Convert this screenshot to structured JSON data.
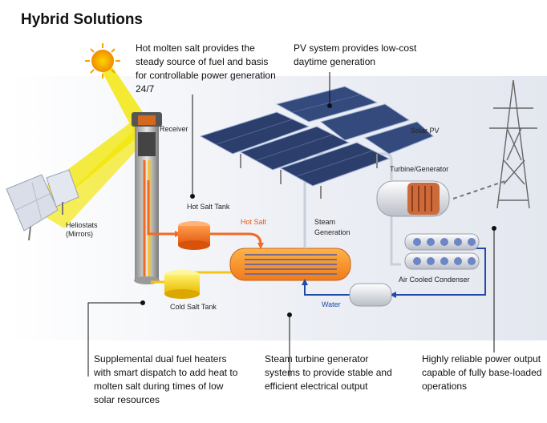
{
  "title": "Hybrid Solutions",
  "callouts": {
    "molten_salt": "Hot molten salt provides the steady source of fuel and basis for controllable power generation 24/7",
    "pv": "PV system provides low-cost daytime generation",
    "supplemental": "Supplemental dual fuel heaters with smart dispatch to add heat to molten salt during times of low solar resources",
    "steam": "Steam turbine generator systems to provide stable and efficient electrical output",
    "reliable": "Highly reliable power output capable of fully base-loaded operations"
  },
  "labels": {
    "receiver": "Receiver",
    "solar_pv": "Solar PV",
    "turbine": "Turbine/Generator",
    "heliostats_1": "Heliostats",
    "heliostats_2": "(Mirrors)",
    "hot_salt_tank": "Hot Salt Tank",
    "hot_salt": "Hot Salt",
    "steam_gen_1": "Steam",
    "steam_gen_2": "Generation",
    "air_condenser": "Air Cooled Condenser",
    "cold_salt_tank": "Cold Salt Tank",
    "water": "Water"
  },
  "colors": {
    "hot_salt": "#f26a21",
    "cold_salt": "#f5c518",
    "water": "#1f4aa8",
    "sun_beam": "#f2e600",
    "pv_panel": "#2c3e6b"
  }
}
